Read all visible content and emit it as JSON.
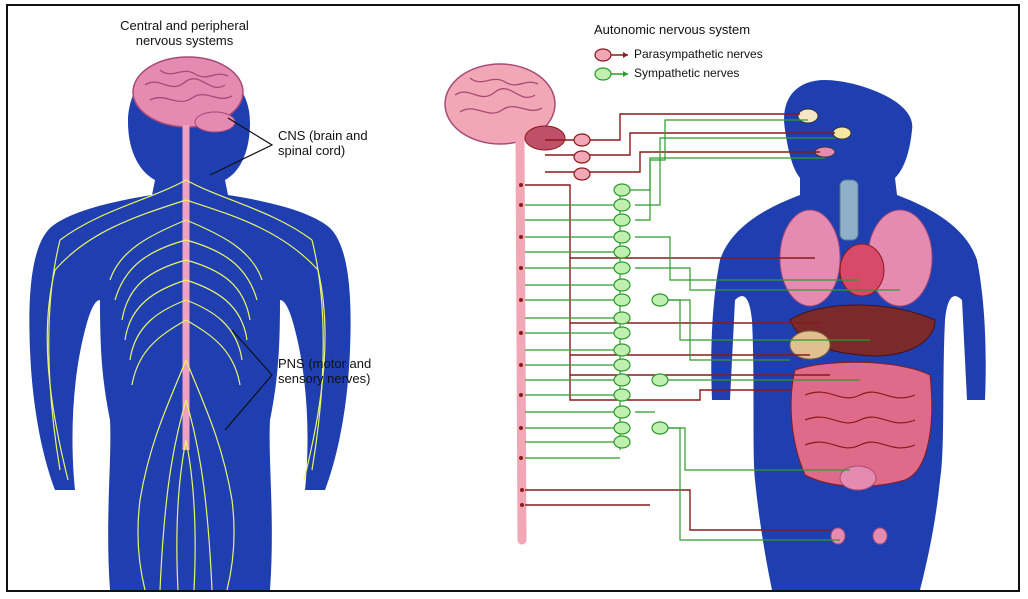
{
  "left": {
    "title_line1": "Central and peripheral",
    "title_line2": "nervous systems",
    "cns_line1": "CNS (brain and",
    "cns_line2": "spinal cord)",
    "pns_line1": "PNS (motor and",
    "pns_line2": "sensory nerves)"
  },
  "right": {
    "title": "Autonomic nervous system",
    "legend": [
      {
        "label": "Parasympathetic nerves",
        "color": "#8b1a1a",
        "fill": "#f1a7b5"
      },
      {
        "label": "Sympathetic nerves",
        "color": "#2e9a2e",
        "fill": "#bff0b0"
      }
    ]
  },
  "colors": {
    "body": "#1f3fb0",
    "brain": "#e58ab0",
    "nerve": "#e8f56a",
    "para": "#8b1a1a",
    "symp": "#2e9a2e"
  }
}
